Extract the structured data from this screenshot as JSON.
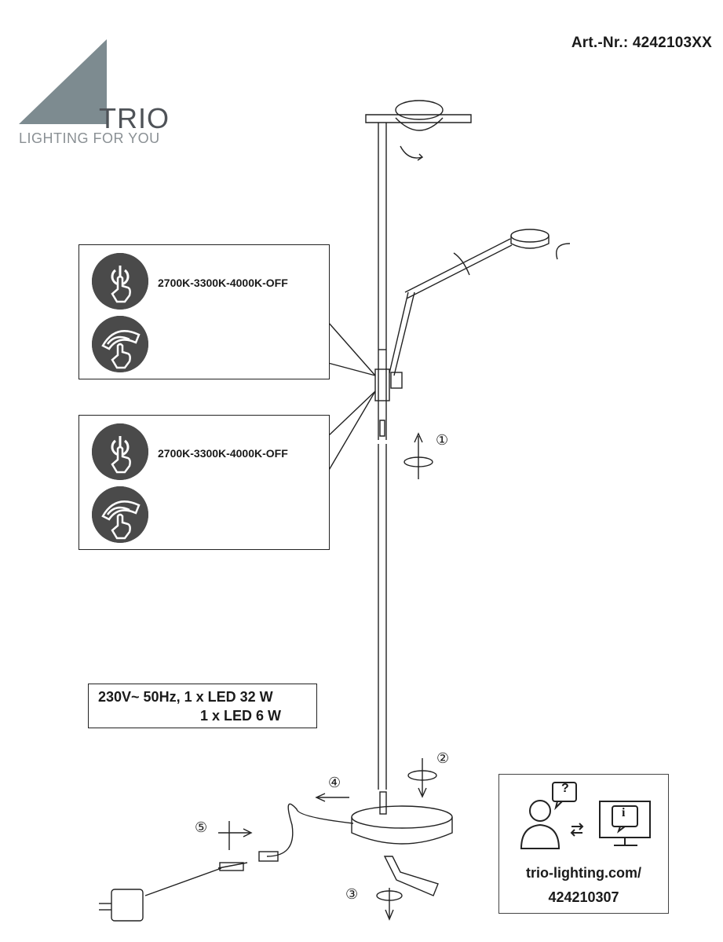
{
  "header": {
    "article_number": "Art.-Nr.: 4242103XX"
  },
  "brand": {
    "name": "TRIO",
    "tagline": "LIGHTING FOR YOU",
    "logo_color": "#7d8b90"
  },
  "panels": [
    {
      "color_cycle_label": "2700K-3300K-4000K-OFF",
      "icons": [
        "touch-power-icon",
        "touch-dim-icon"
      ]
    },
    {
      "color_cycle_label": "2700K-3300K-4000K-OFF",
      "icons": [
        "touch-power-icon",
        "touch-dim-icon"
      ]
    }
  ],
  "spec": {
    "line1": "230V~ 50Hz, 1 x LED 32 W",
    "line2": "1 x LED 6 W"
  },
  "steps": [
    "①",
    "②",
    "③",
    "④",
    "⑤"
  ],
  "info": {
    "url_line1": "trio-lighting.com/",
    "url_line2": "424210307",
    "icons": [
      "user-question-icon",
      "exchange-arrows-icon",
      "monitor-info-icon"
    ],
    "question_mark": "?",
    "info_mark": "i"
  },
  "colors": {
    "icon_fill": "#4a4a4a",
    "line": "#222222"
  }
}
